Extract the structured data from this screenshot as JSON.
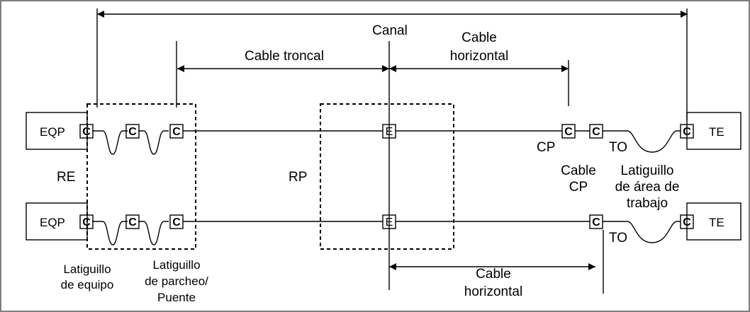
{
  "labels": {
    "canal": "Canal",
    "cable_troncal": "Cable troncal",
    "cable_horizontal_top": [
      "Cable",
      "horizontal"
    ],
    "cable_horizontal_bottom": [
      "Cable",
      "horizontal"
    ],
    "re": "RE",
    "rp": "RP",
    "cp": "CP",
    "to_top": "TO",
    "to_bottom": "TO",
    "cable_cp": [
      "Cable",
      "CP"
    ],
    "latiguillo_area": [
      "Latiguillo",
      "de área de",
      "trabajo"
    ],
    "latiguillo_equipo": [
      "Latiguillo",
      "de equipo"
    ],
    "latiguillo_parcheo": [
      "Latiguillo",
      "de parcheo/",
      "Puente"
    ]
  },
  "boxes": {
    "eqp_top": "EQP",
    "eqp_bottom": "EQP",
    "te_top": "TE",
    "te_bottom": "TE"
  },
  "connectors": {
    "c": "C",
    "e": "E"
  }
}
